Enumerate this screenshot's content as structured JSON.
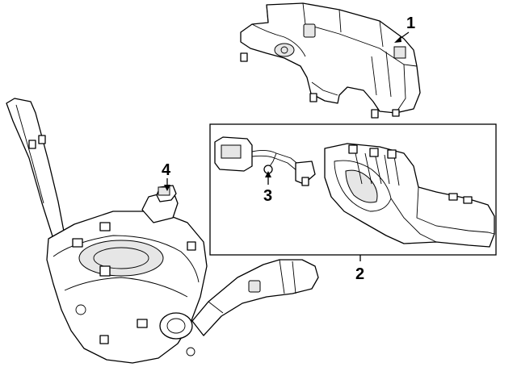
{
  "callouts": [
    {
      "label": "1"
    },
    {
      "label": "2"
    },
    {
      "label": "3"
    },
    {
      "label": "4"
    }
  ],
  "colors": {
    "line": "#000000",
    "background": "#ffffff",
    "shade": "#e6e6e6"
  }
}
